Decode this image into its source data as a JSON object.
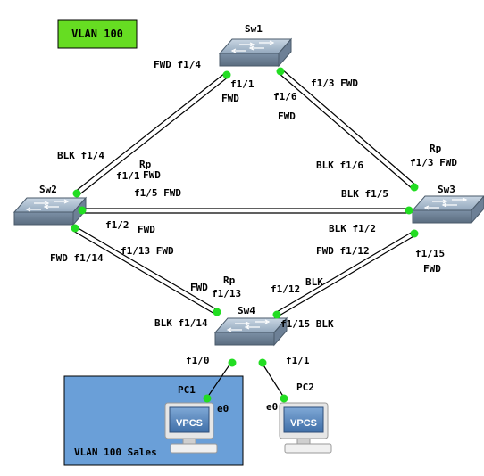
{
  "vlan_badge": {
    "label": "VLAN 100",
    "color": "#66dd22"
  },
  "sales_area": {
    "label": "VLAN 100 Sales",
    "color": "#6a9fd8"
  },
  "devices": {
    "sw1": "Sw1",
    "sw2": "Sw2",
    "sw3": "Sw3",
    "sw4": "Sw4",
    "pc1": "PC1",
    "pc2": "PC2",
    "pc1_screen": "VPCS",
    "pc2_screen": "VPCS"
  },
  "port_labels": {
    "sw1_f14": "FWD f1/4",
    "sw1_f11": "f1/1",
    "sw1_f11_state": "FWD",
    "sw1_f16": "f1/6",
    "sw1_f16_state": "FWD",
    "sw1_f13": "f1/3 FWD",
    "sw2_f14": "BLK f1/4",
    "sw2_rp": "Rp",
    "sw2_f11": "f1/1",
    "sw2_f11_state": "FWD",
    "sw2_f15": "f1/5 FWD",
    "sw2_f12": "f1/2",
    "sw2_f12_state": "FWD",
    "sw2_f113": "f1/13 FWD",
    "sw2_f114": "FWD f1/14",
    "sw3_rp": "Rp",
    "sw3_f13": "f1/3 FWD",
    "sw3_f16": "BLK f1/6",
    "sw3_f15": "BLK f1/5",
    "sw3_f12": "BLK f1/2",
    "sw3_f112": "FWD f1/12",
    "sw3_f115": "f1/15",
    "sw3_f115_state": "FWD",
    "sw4_fwd": "FWD",
    "sw4_rp": "Rp",
    "sw4_f113": "f1/13",
    "sw4_f112": "f1/12",
    "sw4_blk": "BLK",
    "sw4_f114": "BLK f1/14",
    "sw4_f115": "f1/15 BLK",
    "sw4_f10": "f1/0",
    "sw4_f11": "f1/1",
    "pc1_e0": "e0",
    "pc2_e0": "e0"
  },
  "colors": {
    "link": "#000000",
    "port_dot": "#22dd22",
    "switch": "#8fa3b8"
  }
}
